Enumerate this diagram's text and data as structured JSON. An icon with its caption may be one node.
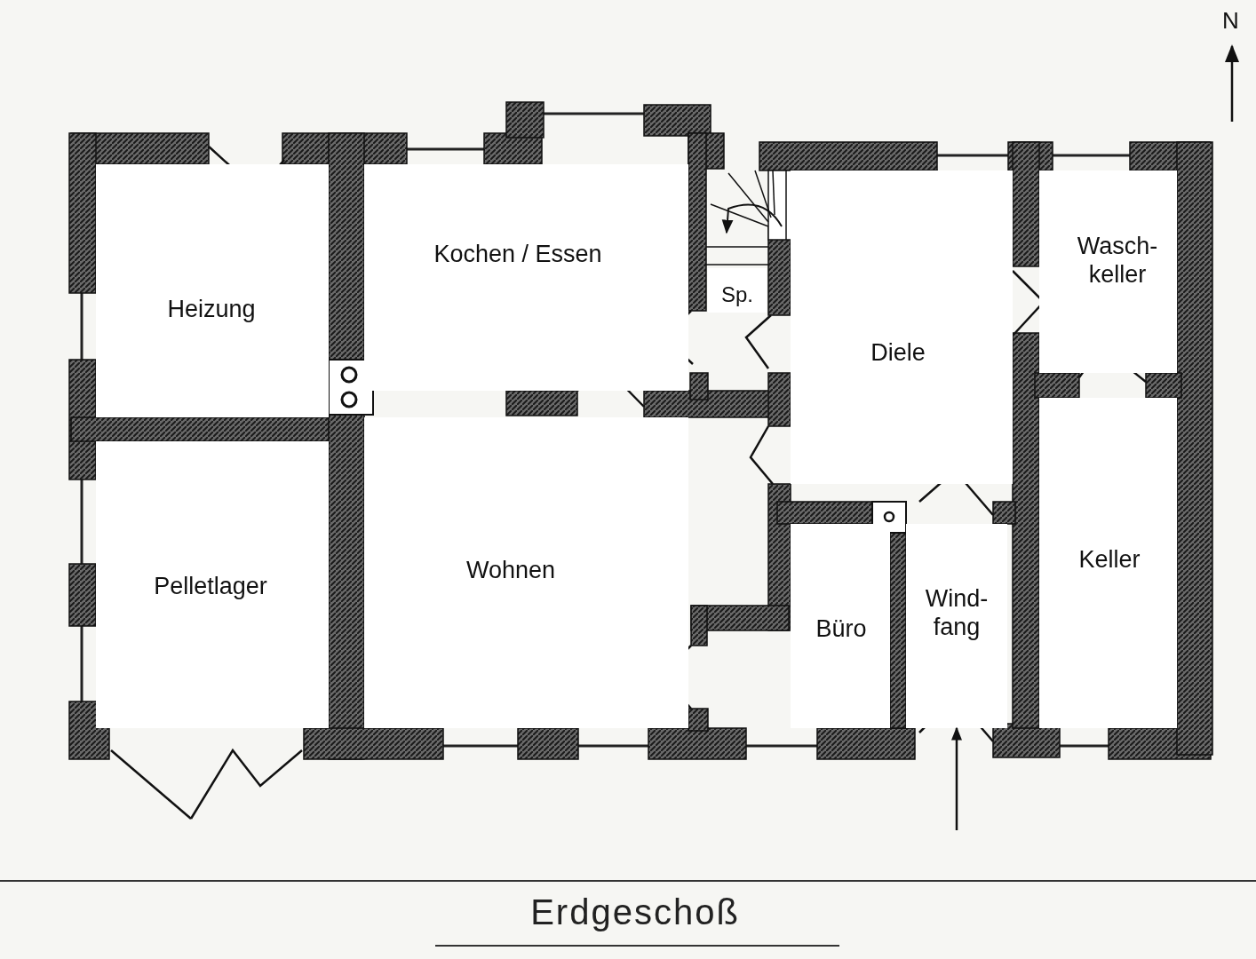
{
  "diagram": {
    "title": "Erdgeschoß",
    "nodes": [
      {
        "text": [
          "Heizung"
        ]
      },
      {
        "text": [
          "Kochen / Essen"
        ]
      },
      {
        "text": [
          "Sp."
        ]
      },
      {
        "text": [
          "Diele"
        ]
      },
      {
        "text": [
          "Wasch- keller"
        ]
      },
      {
        "text": [
          "Pelletlager"
        ]
      },
      {
        "text": [
          "Wohnen"
        ]
      },
      {
        "text": [
          "Büro"
        ]
      },
      {
        "text": [
          "Wind- fang"
        ]
      },
      {
        "text": [
          "Keller"
        ]
      }
    ],
    "edges": [
      {
        "from": null,
        "to": 8,
        "arrow": "to"
      }
    ],
    "labels": [
      "N"
    ]
  }
}
